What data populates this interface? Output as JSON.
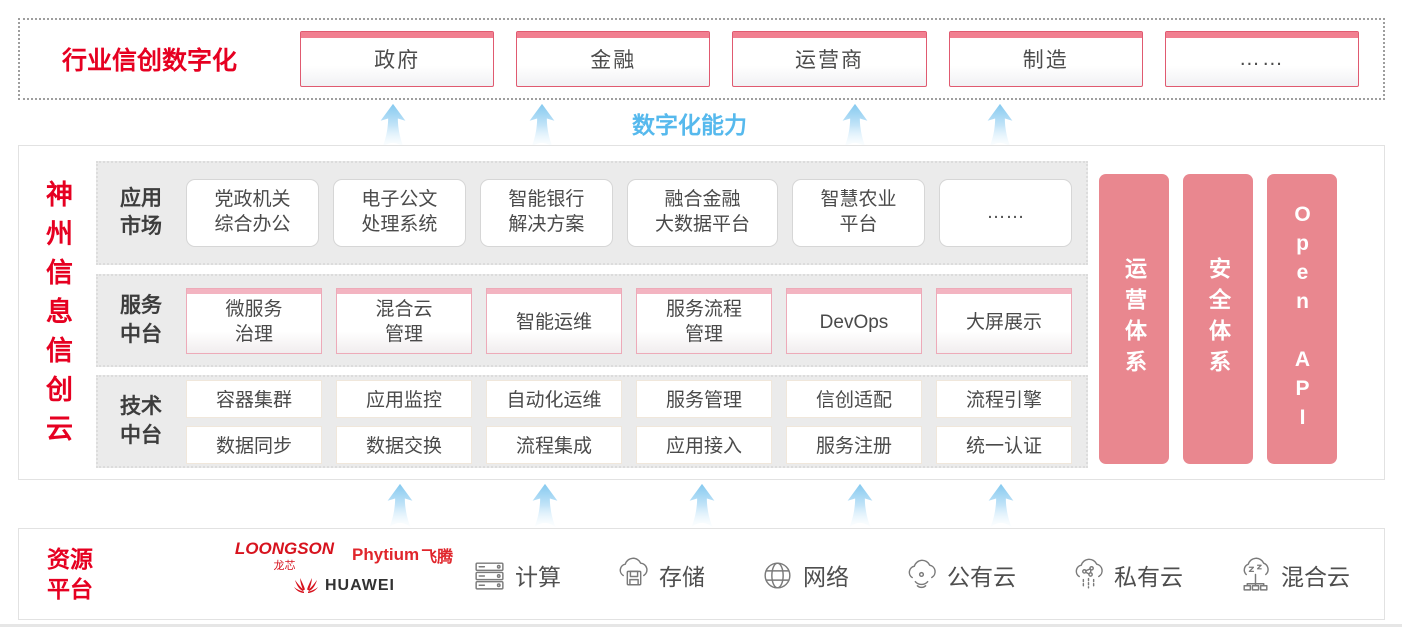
{
  "colors": {
    "brand_red": "#e60021",
    "pillar_salmon": "#e9878f",
    "capability_blue": "#56b9ed",
    "industry_topbar_pink": "#f17f90",
    "service_topbar_pink": "#f3b4c1"
  },
  "top_band": {
    "label": "行业信创数字化",
    "industries": [
      "政府",
      "金融",
      "运营商",
      "制造",
      "……"
    ]
  },
  "capability": {
    "label": "数字化能力"
  },
  "platform": {
    "vertical_title": "神州信息信创云",
    "rows": [
      {
        "label": "应用\n市场",
        "items": [
          "党政机关\n综合办公",
          "电子公文\n处理系统",
          "智能银行\n解决方案",
          "融合金融\n大数据平台",
          "智慧农业\n平台",
          "……"
        ]
      },
      {
        "label": "服务\n中台",
        "items": [
          "微服务\n治理",
          "混合云\n管理",
          "智能运维",
          "服务流程\n管理",
          "DevOps",
          "大屏展示"
        ]
      },
      {
        "label": "技术\n中台",
        "items_row1": [
          "容器集群",
          "应用监控",
          "自动化运维",
          "服务管理",
          "信创适配",
          "流程引擎"
        ],
        "items_row2": [
          "数据同步",
          "数据交换",
          "流程集成",
          "应用接入",
          "服务注册",
          "统一认证"
        ]
      }
    ],
    "pillars": [
      "运营体系",
      "安全体系",
      "Open API"
    ]
  },
  "resource": {
    "label": "资源\n平台",
    "vendors": {
      "loongson": {
        "name": "LOONGSON",
        "sub": "龙芯"
      },
      "phytium": {
        "name": "Phytium",
        "sub": "飞腾"
      },
      "huawei": {
        "name": "HUAWEI"
      }
    },
    "items": [
      {
        "icon": "compute-icon",
        "label": "计算"
      },
      {
        "icon": "storage-icon",
        "label": "存储"
      },
      {
        "icon": "network-icon",
        "label": "网络"
      },
      {
        "icon": "public-cloud-icon",
        "label": "公有云"
      },
      {
        "icon": "private-cloud-icon",
        "label": "私有云"
      },
      {
        "icon": "hybrid-cloud-icon",
        "label": "混合云"
      }
    ]
  }
}
